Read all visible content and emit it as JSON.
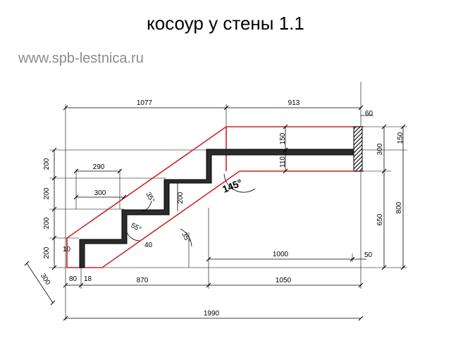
{
  "title": "косоур у стены 1.1",
  "website": "www.spb-lestnica.ru",
  "colors": {
    "stringer_outline": "#d22222",
    "tread_fill": "#2b2b2b",
    "wall_hatch": "#000000",
    "dimension_lines": "#000000",
    "site_text": "#8c8c8c"
  },
  "dimensions": {
    "d1077": "1077",
    "d913": "913",
    "d60": "60",
    "d150_top": "150",
    "d150_right": "150",
    "d110": "110",
    "d300_right": "300",
    "d650": "650",
    "d800": "800",
    "d1000": "1000",
    "d50": "50",
    "d290": "290",
    "d300_step": "300",
    "d200_r1": "200",
    "d200_r2": "200",
    "d200_r3": "200",
    "d200_r4": "200",
    "d200_riser": "200",
    "d10": "10",
    "d40": "40",
    "d300_diag": "300",
    "d80": "80",
    "d18": "18",
    "d870": "870",
    "d1050": "1050",
    "d1990": "1990"
  },
  "angles": {
    "a145": "145°",
    "a35_upper": "35°",
    "a55": "55°",
    "a35_lower": "35°"
  }
}
